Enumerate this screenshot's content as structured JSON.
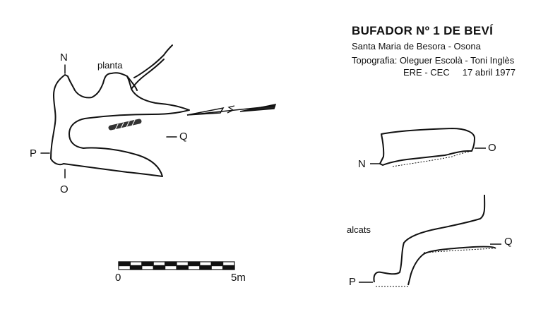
{
  "title": "BUFADOR Nº 1 DE BEVÍ",
  "location": "Santa Maria de Besora - Osona",
  "survey": "Topografia: Oleguer Escolà - Toni Inglès",
  "group_date": "ERE - CEC     17 abril 1977",
  "plan_view": {
    "label": "planta",
    "points": [
      "N",
      "P",
      "O",
      "Q"
    ],
    "north_letter": "N"
  },
  "section_view": {
    "label": "alcats",
    "upper_points": [
      "N",
      "O"
    ],
    "lower_points": [
      "P",
      "Q"
    ]
  },
  "scale_bar": {
    "start_label": "0",
    "end_label": "5m",
    "segments": 10
  }
}
